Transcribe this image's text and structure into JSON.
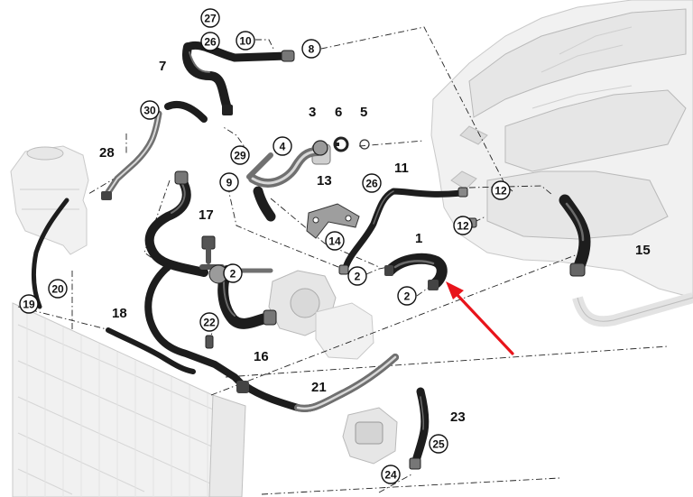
{
  "callouts": {
    "c1": "1",
    "c2a": "2",
    "c2b": "2",
    "c2c": "2",
    "c3": "3",
    "c4": "4",
    "c5": "5",
    "c6": "6",
    "c7": "7",
    "c8": "8",
    "c9": "9",
    "c10": "10",
    "c11": "11",
    "c12a": "12",
    "c12b": "12",
    "c13": "13",
    "c14": "14",
    "c15": "15",
    "c16": "16",
    "c17": "17",
    "c18": "18",
    "c19": "19",
    "c20": "20",
    "c21": "21",
    "c22": "22",
    "c23": "23",
    "c24": "24",
    "c25": "25",
    "c26a": "26",
    "c26b": "26",
    "c27": "27",
    "c28": "28",
    "c29": "29",
    "c30": "30"
  },
  "colors": {
    "arrow": "#e8141b",
    "hose": "#1d1d1d",
    "ghost": "#f1f1f1",
    "pipe": "#707070"
  },
  "annotation": {
    "type": "arrow",
    "target": "hose-part-1"
  }
}
